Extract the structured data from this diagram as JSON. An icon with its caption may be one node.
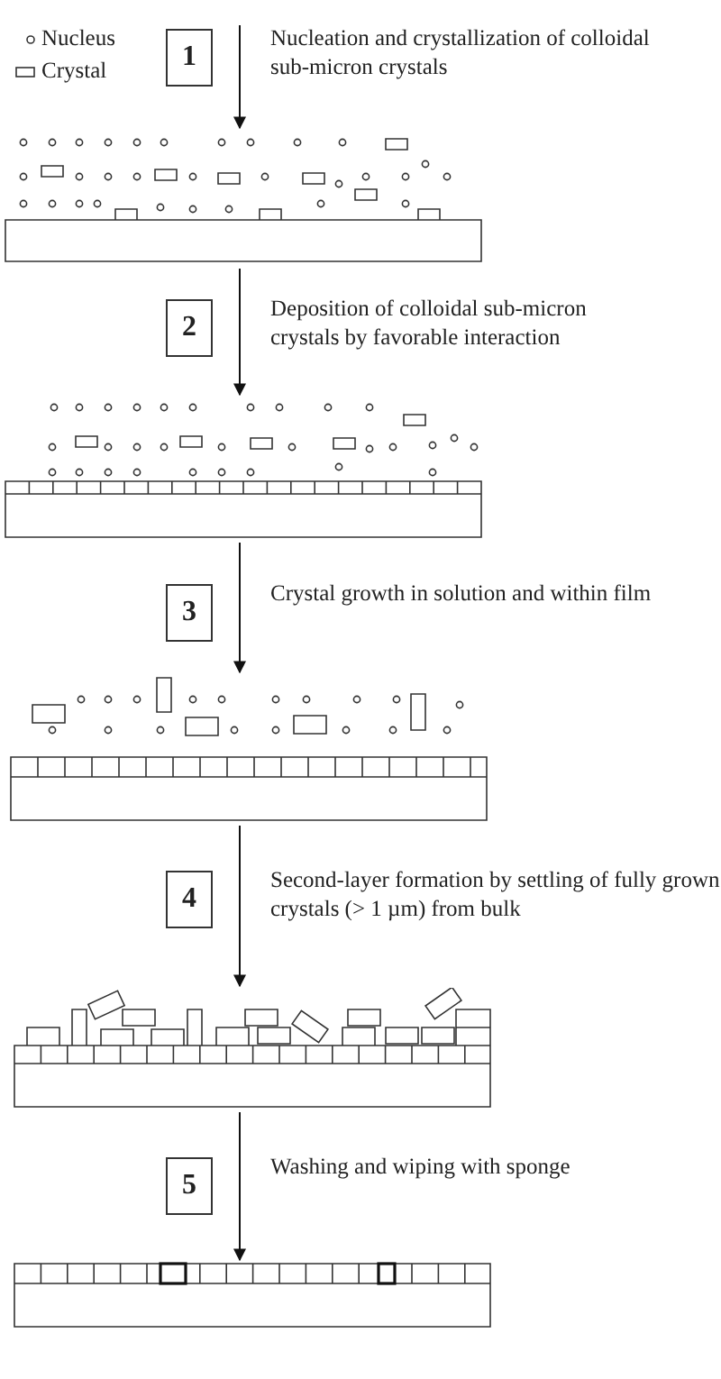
{
  "diagram": {
    "nodes": [
      {
        "text": [
          "1"
        ],
        "beside": [
          "Nucleation and crystallization of colloidal sub-micron crystals"
        ]
      },
      {
        "text": [],
        "shape": "picture"
      },
      {
        "text": [
          "2"
        ],
        "beside": [
          "Deposition of colloidal sub-micron crystals by favorable interaction"
        ]
      },
      {
        "text": [],
        "shape": "picture"
      },
      {
        "text": [
          "3"
        ],
        "beside": [
          "Crystal growth in solution and within film"
        ]
      },
      {
        "text": [],
        "shape": "picture"
      },
      {
        "text": [
          "4"
        ],
        "beside": [
          "Second-layer formation by settling of fully grown crystals (> 1 µm) from bulk"
        ]
      },
      {
        "text": [],
        "shape": "picture"
      },
      {
        "text": [
          "5"
        ],
        "beside": [
          "Washing and wiping with sponge"
        ]
      },
      {
        "text": [],
        "shape": "picture"
      }
    ],
    "edges": [
      {
        "from": null,
        "to": 1,
        "arrow": "to"
      },
      {
        "from": 1,
        "to": 3,
        "arrow": "to"
      },
      {
        "from": 3,
        "to": 5,
        "arrow": "to"
      },
      {
        "from": 5,
        "to": 7,
        "arrow": "to"
      },
      {
        "from": 7,
        "to": 9,
        "arrow": "to"
      }
    ],
    "legend": [
      {
        "text": "Nucleus"
      },
      {
        "text": "Crystal"
      }
    ]
  }
}
